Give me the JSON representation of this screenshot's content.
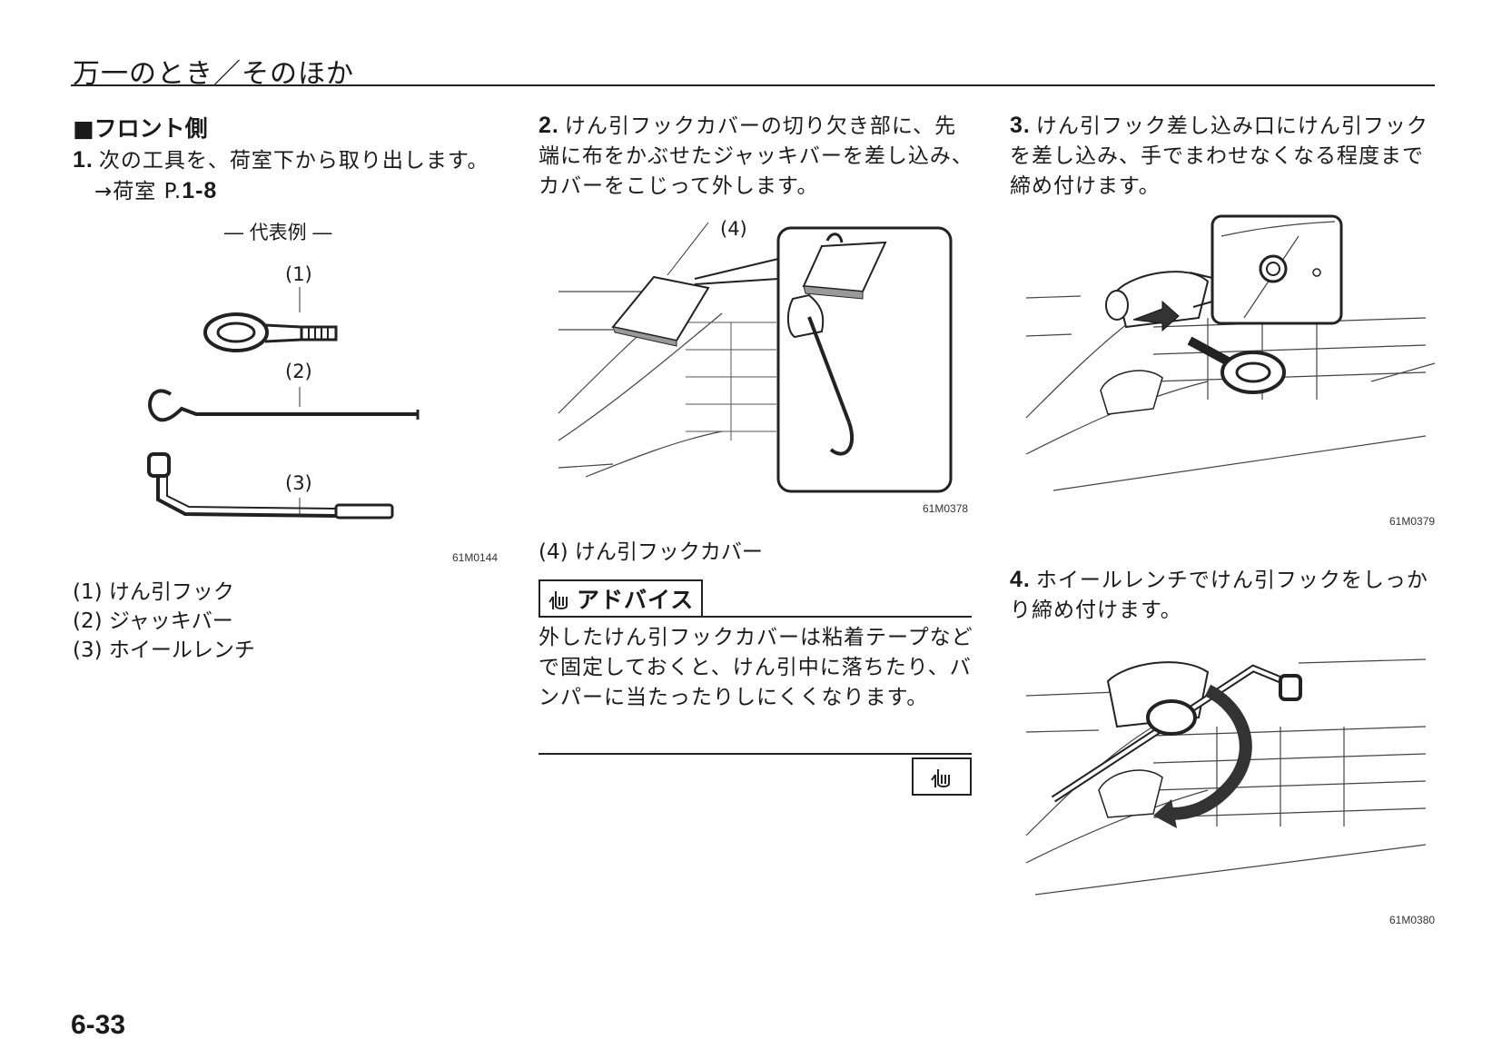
{
  "header": {
    "title": "万一のとき／そのほか"
  },
  "section": {
    "title": "■フロント側"
  },
  "col1": {
    "step1": {
      "num": "1.",
      "text": "次の工具を、荷室下から取り出します。",
      "ref_prefix": "→荷室 P.",
      "ref_page": "1-8"
    },
    "figure": {
      "caption_top": "― 代表例 ―",
      "label1": "(1)",
      "label2": "(2)",
      "label3": "(3)",
      "code": "61M0144"
    },
    "captions": [
      "(1) けん引フック",
      "(2) ジャッキバー",
      "(3) ホイールレンチ"
    ]
  },
  "col2": {
    "step2": {
      "num": "2.",
      "text": "けん引フックカバーの切り欠き部に、先端に布をかぶせたジャッキバーを差し込み、カバーをこじって外します。"
    },
    "figure": {
      "label4": "(4)",
      "code": "61M0378"
    },
    "caption": "(4) けん引フックカバー",
    "advice": {
      "title": "アドバイス",
      "text": "外したけん引フックカバーは粘着テープなどで固定しておくと、けん引中に落ちたり、バンパーに当たったりしにくくなります。"
    }
  },
  "col3": {
    "step3": {
      "num": "3.",
      "text": "けん引フック差し込み口にけん引フックを差し込み、手でまわせなくなる程度まで締め付けます。"
    },
    "figure3": {
      "code": "61M0379"
    },
    "step4": {
      "num": "4.",
      "text": "ホイールレンチでけん引フックをしっかり締め付けます。"
    },
    "figure4": {
      "code": "61M0380"
    }
  },
  "footer": {
    "page_number": "6-33"
  }
}
